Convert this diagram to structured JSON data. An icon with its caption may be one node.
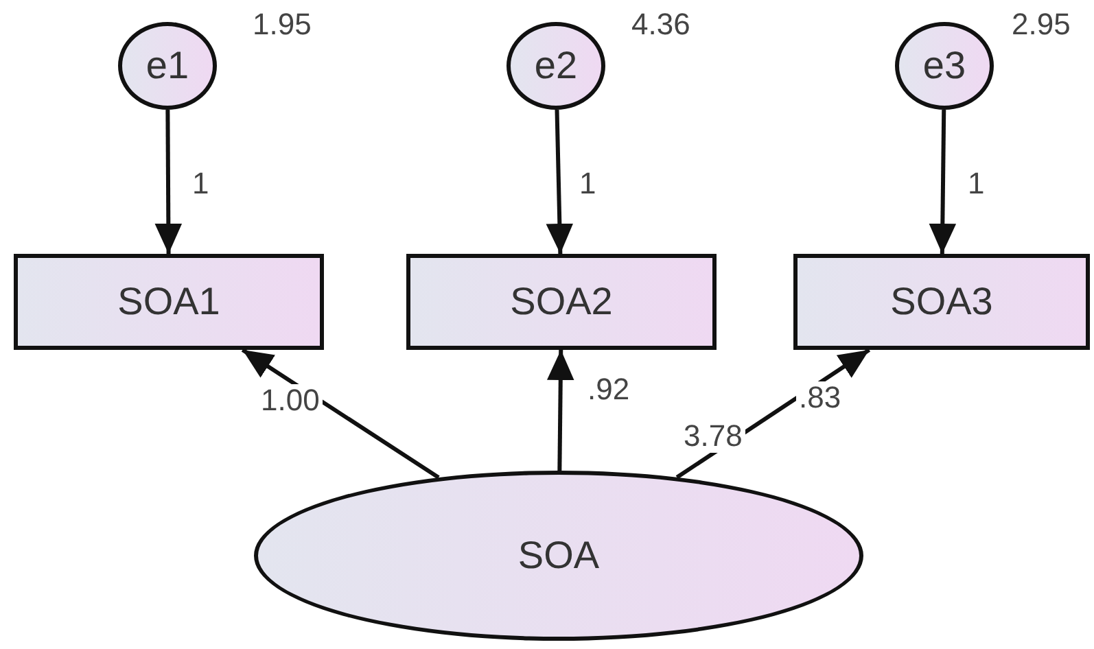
{
  "diagram": {
    "nodes": [
      {
        "text": [
          "e1"
        ],
        "beside": [
          "1.95"
        ]
      },
      {
        "text": [
          "e2"
        ],
        "beside": [
          "4.36"
        ]
      },
      {
        "text": [
          "e3"
        ],
        "beside": [
          "2.95"
        ]
      },
      {
        "text": [
          "SOA1"
        ]
      },
      {
        "text": [
          "SOA2"
        ]
      },
      {
        "text": [
          "SOA3"
        ]
      },
      {
        "text": [
          "SOA"
        ],
        "beside": [
          "3.78"
        ]
      }
    ],
    "edges": [
      {
        "from": 0,
        "to": 3,
        "arrow": "to",
        "label": "1"
      },
      {
        "from": 1,
        "to": 4,
        "arrow": "to",
        "label": "1"
      },
      {
        "from": 2,
        "to": 5,
        "arrow": "to",
        "label": "1"
      },
      {
        "from": 6,
        "to": 3,
        "arrow": "to",
        "label": "1.00"
      },
      {
        "from": 6,
        "to": 4,
        "arrow": "to",
        "label": ".92"
      },
      {
        "from": 6,
        "to": 5,
        "arrow": "to",
        "label": ".83"
      }
    ]
  }
}
